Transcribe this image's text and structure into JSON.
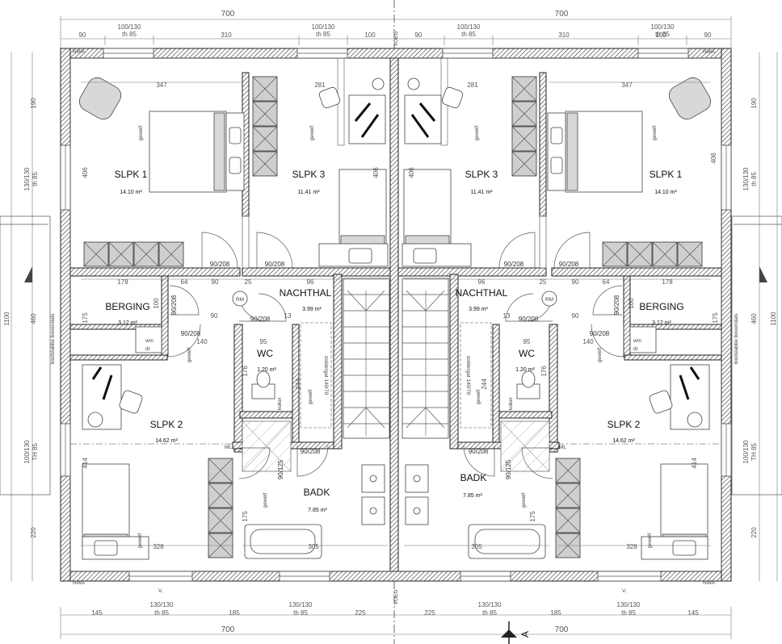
{
  "dimensions": {
    "top_total": "700",
    "top_ratio_1": "100/130",
    "top_th_1": "th 85",
    "top_ratio_2": "100/130",
    "top_th_2": "th 85",
    "top_90": "90",
    "top_310": "310",
    "top_100": "100",
    "bottom_total": "700",
    "bottom_ratio": "130/130",
    "bottom_th": "th 85",
    "bottom_145": "145",
    "bottom_185": "185",
    "bottom_225": "225",
    "side_190": "190",
    "side_ratio_1": "130/130",
    "side_th_1": "th 85",
    "side_460": "460",
    "side_1100": "1100",
    "side_ratio_2": "100/130",
    "side_th_2": "TH 85",
    "side_220": "220",
    "vs_label": "loodslabbe bovendals"
  },
  "rooms": {
    "slpk1": {
      "name": "SLPK 1",
      "area": "14.10 m²"
    },
    "slpk3": {
      "name": "SLPK 3",
      "area": "11.41 m²"
    },
    "slpk2": {
      "name": "SLPK 2",
      "area": "14.62 m²"
    },
    "berging": {
      "name": "BERGING",
      "area": "3.12 m²"
    },
    "nachthal": {
      "name": "NACHTHAL",
      "area": "3.99 m²"
    },
    "wc": {
      "name": "WC",
      "area": "1.20 m²"
    },
    "badk": {
      "name": "BADK",
      "area": "7.85 m²"
    }
  },
  "labels": {
    "door": "90/208",
    "door_wc": "90/125",
    "rm": "RM",
    "wm": "wm",
    "dr": "dr",
    "gewelf": "gewelf",
    "ml": "ML",
    "koker": "koker",
    "opening": "zoldergat 140/70",
    "section": "A",
    "voeg": "VOEG",
    "nwa": "NWA",
    "v": "V."
  },
  "inner_dims": {
    "d347": "347",
    "d281": "281",
    "d406": "406",
    "d406b": "406",
    "d178": "178",
    "d64": "64",
    "d90": "90",
    "d25": "25",
    "d96": "96",
    "d100": "100",
    "d140": "140",
    "d95": "95",
    "d176": "176",
    "d175": "175",
    "d244": "244",
    "d414": "414",
    "d328": "328",
    "d305": "305",
    "d13": "13"
  }
}
